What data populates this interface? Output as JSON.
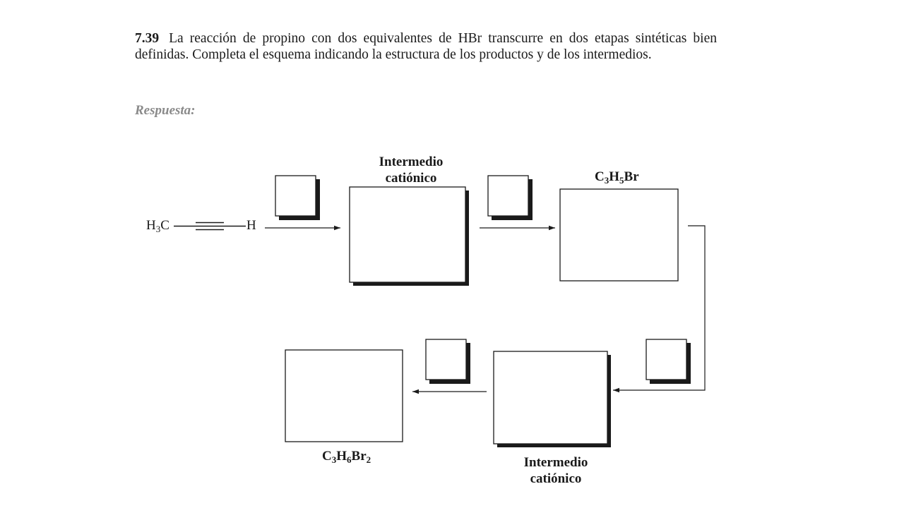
{
  "problem": {
    "number": "7.39",
    "text": "La reacción de propino con dos equivalentes de HBr transcurre en dos etapas sintéticas bien definidas. Completa el esquema indicando la estructura de los productos y de los intermedios."
  },
  "answer_label": "Respuesta:",
  "scheme": {
    "reactant": {
      "left": "H",
      "left_sub": "3",
      "left_tail": "C",
      "right": "H"
    },
    "intermediate1_label": [
      "Intermedio",
      "catiónico"
    ],
    "product1": {
      "p1": "C",
      "s1": "3",
      "p2": "H",
      "s2": "5",
      "p3": "Br"
    },
    "intermediate2_label": [
      "Intermedio",
      "catiónico"
    ],
    "product2": {
      "p1": "C",
      "s1": "3",
      "p2": "H",
      "s2": "6",
      "p3": "Br",
      "s3": "2"
    }
  }
}
